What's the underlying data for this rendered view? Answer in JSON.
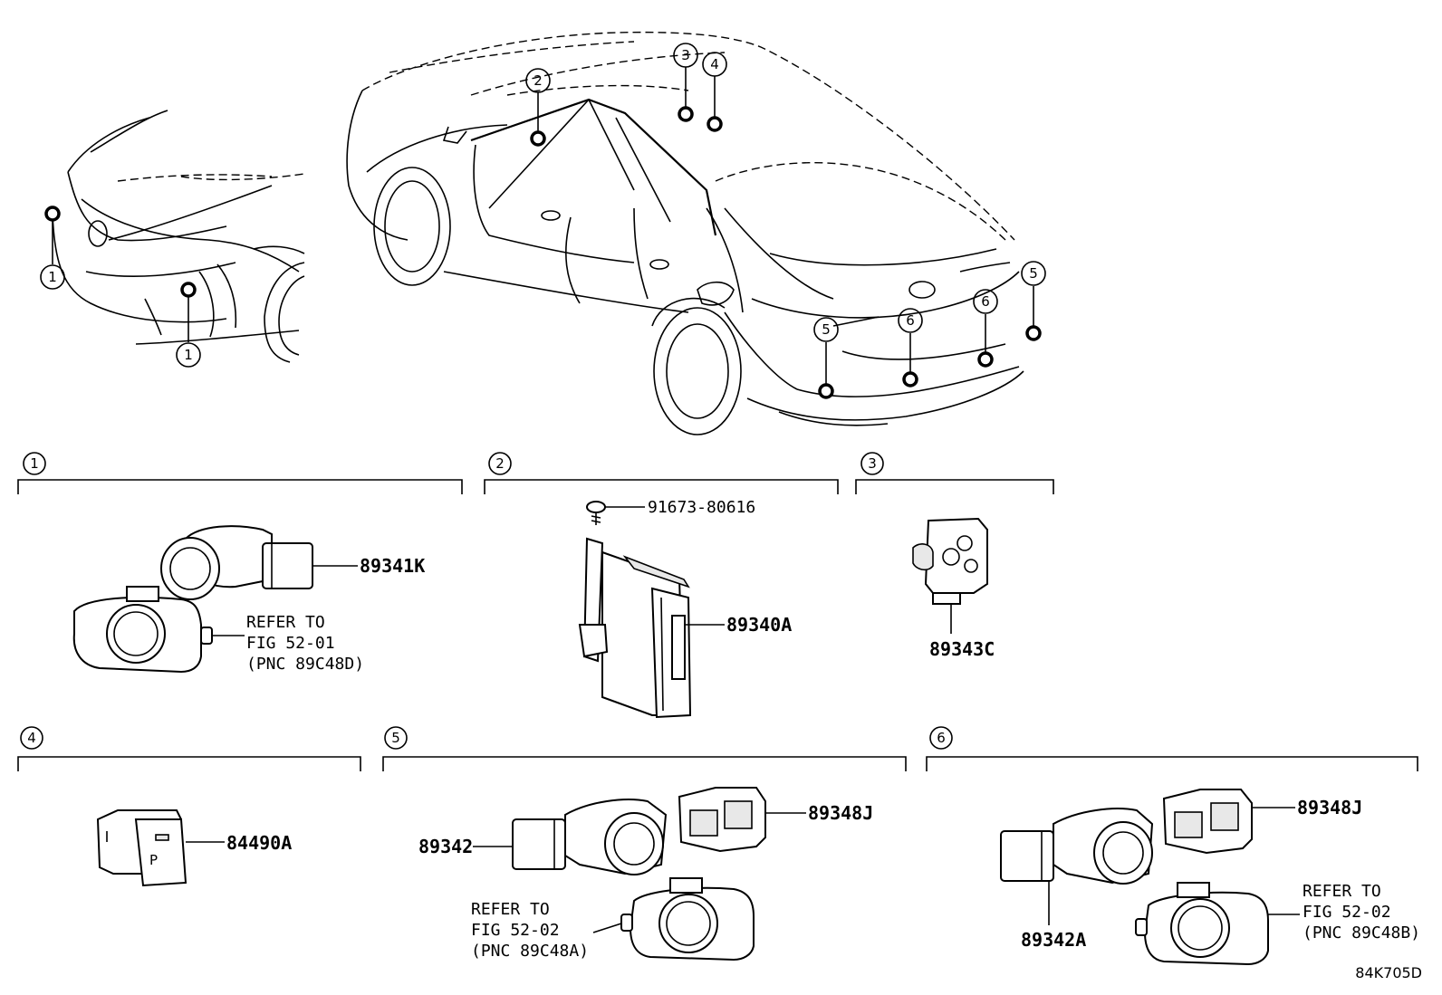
{
  "diagram_code": "84K705D",
  "callouts": [
    "1",
    "2",
    "3",
    "4",
    "5",
    "6"
  ],
  "sections": [
    {
      "number": "1",
      "parts": [
        {
          "label": "89341K"
        }
      ],
      "refer": [
        "REFER TO",
        "FIG 52-01",
        "(PNC 89C48D)"
      ]
    },
    {
      "number": "2",
      "parts": [
        {
          "label": "91673-80616"
        },
        {
          "label": "89340A"
        }
      ]
    },
    {
      "number": "3",
      "parts": [
        {
          "label": "89343C"
        }
      ]
    },
    {
      "number": "4",
      "parts": [
        {
          "label": "84490A"
        }
      ]
    },
    {
      "number": "5",
      "parts": [
        {
          "label": "89342"
        },
        {
          "label": "89348J"
        }
      ],
      "refer": [
        "REFER TO",
        "FIG 52-02",
        "(PNC 89C48A)"
      ]
    },
    {
      "number": "6",
      "parts": [
        {
          "label": "89342A"
        },
        {
          "label": "89348J"
        }
      ],
      "refer": [
        "REFER TO",
        "FIG 52-02",
        "(PNC 89C48B)"
      ]
    }
  ]
}
